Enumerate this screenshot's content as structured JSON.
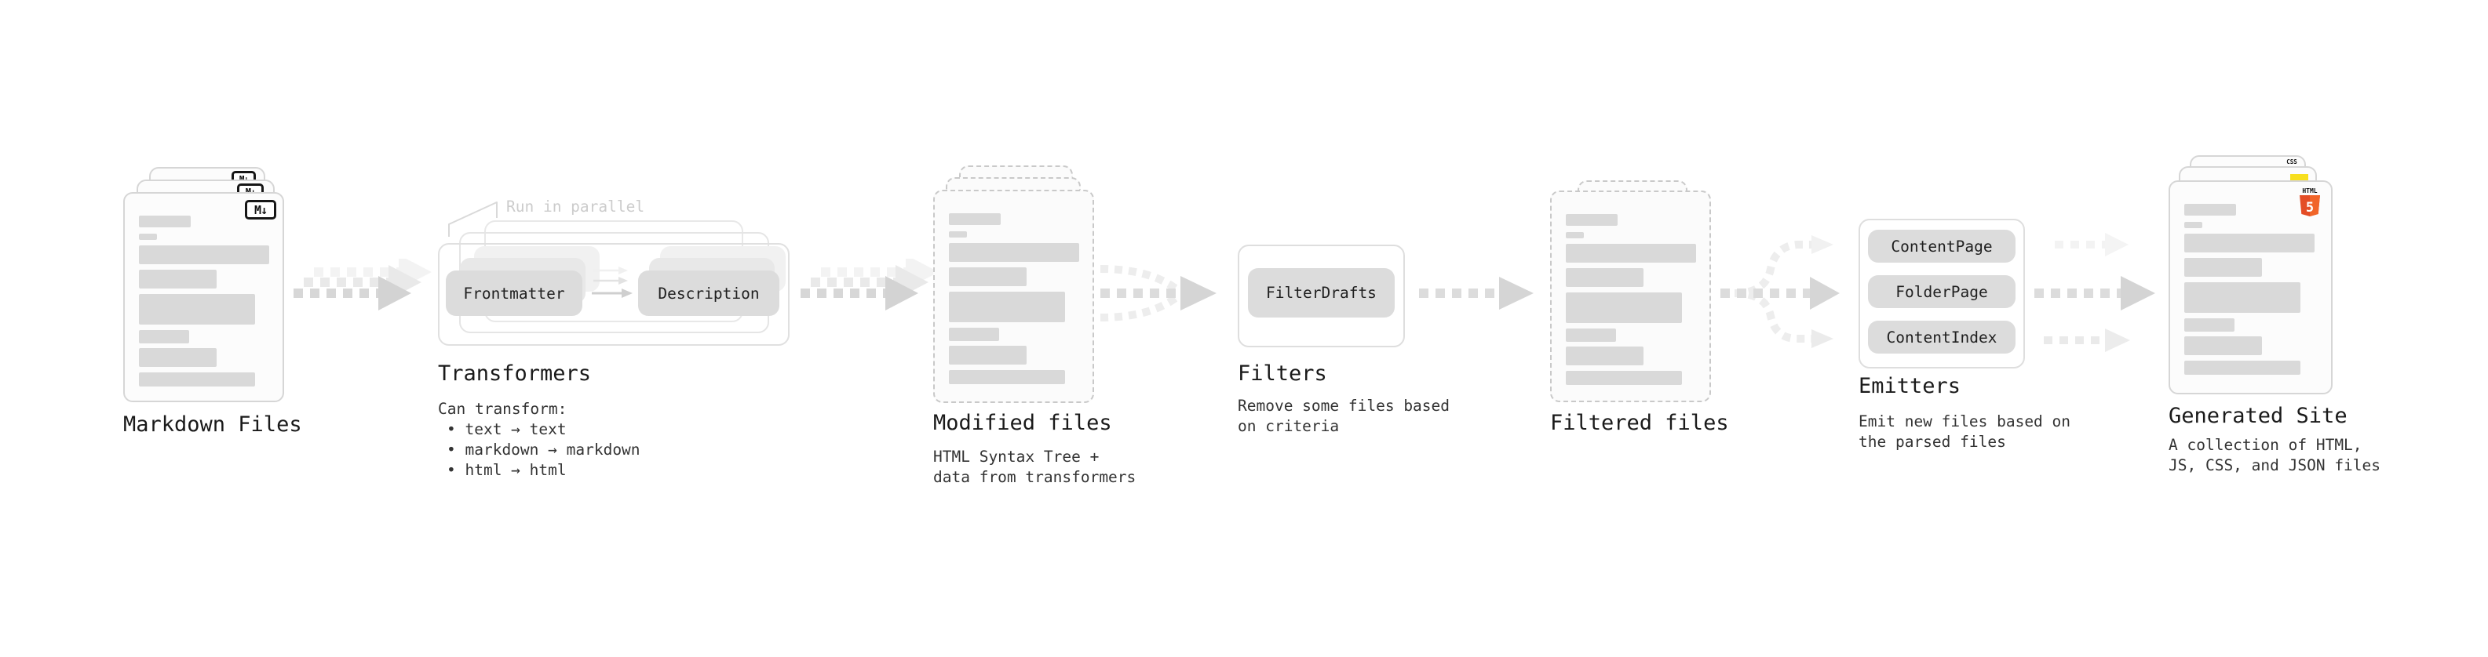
{
  "diagram": {
    "markdown": {
      "label": "Markdown Files",
      "badge": "M↓"
    },
    "transformers": {
      "label": "Transformers",
      "note": "Run in parallel",
      "pills": [
        "Frontmatter",
        "Description"
      ],
      "desc_title": "Can transform:",
      "desc_items": [
        "• text → text",
        "• markdown → markdown",
        "• html → html"
      ]
    },
    "modified": {
      "label": "Modified files",
      "desc": [
        "HTML Syntax Tree +",
        "data from transformers"
      ]
    },
    "filters": {
      "label": "Filters",
      "pill": "FilterDrafts",
      "desc": [
        "Remove some files based",
        "on criteria"
      ]
    },
    "filtered": {
      "label": "Filtered files"
    },
    "emitters": {
      "label": "Emitters",
      "pills": [
        "ContentPage",
        "FolderPage",
        "ContentIndex"
      ],
      "desc": [
        "Emit new files based on",
        "the parsed files"
      ]
    },
    "generated": {
      "label": "Generated Site",
      "desc": [
        "A collection of HTML,",
        "JS, CSS, and JSON files"
      ],
      "icons": {
        "html_text": "HTML",
        "html_five": "5",
        "css_text": "CSS"
      }
    },
    "colors": {
      "html5_orange": "#e44d26",
      "html5_orange_light": "#f16529",
      "js_yellow": "#f7df1e",
      "css_blue": "#2965f1"
    }
  }
}
